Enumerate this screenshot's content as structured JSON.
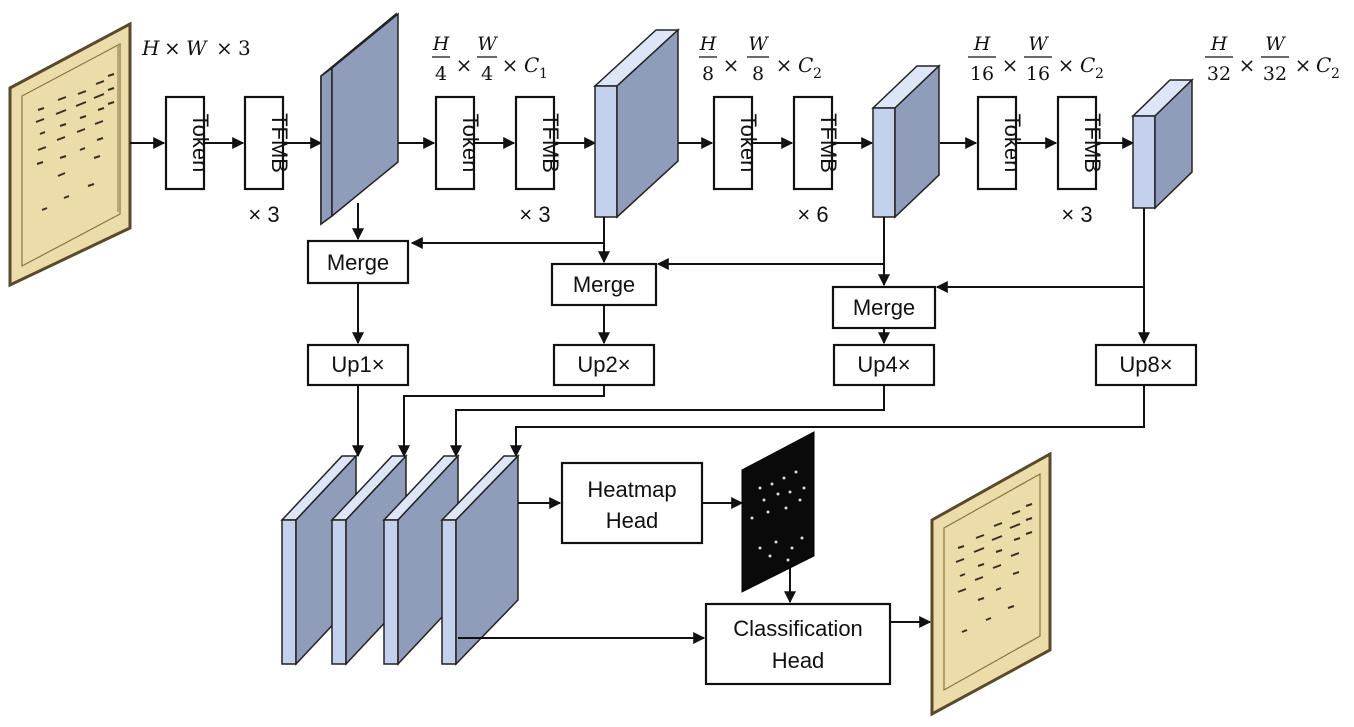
{
  "input_dims": {
    "h": "H",
    "times1": "×",
    "w": "W",
    "times2": "×",
    "c": "3"
  },
  "stages": [
    {
      "token": "Token",
      "tfmb": "TFMB",
      "repeat": "× 3",
      "dims": {
        "num_h": "H",
        "den_h": "4",
        "times1": "×",
        "num_w": "W",
        "den_w": "4",
        "times2": "×",
        "c": "C",
        "c_sub": "1"
      }
    },
    {
      "token": "Token",
      "tfmb": "TFMB",
      "repeat": "× 3",
      "dims": {
        "num_h": "H",
        "den_h": "8",
        "times1": "×",
        "num_w": "W",
        "den_w": "8",
        "times2": "×",
        "c": "C",
        "c_sub": "2"
      }
    },
    {
      "token": "Token",
      "tfmb": "TFMB",
      "repeat": "× 6",
      "dims": {
        "num_h": "H",
        "den_h": "16",
        "times1": "×",
        "num_w": "W",
        "den_w": "16",
        "times2": "×",
        "c": "C",
        "c_sub": "2"
      }
    },
    {
      "token": "Token",
      "tfmb": "TFMB",
      "repeat": "× 3",
      "dims": {
        "num_h": "H",
        "den_h": "32",
        "times1": "×",
        "num_w": "W",
        "den_w": "32",
        "times2": "×",
        "c": "C",
        "c_sub": "2"
      }
    }
  ],
  "merge_labels": [
    "Merge",
    "Merge",
    "Merge"
  ],
  "up_labels": [
    "Up1×",
    "Up2×",
    "Up4×",
    "Up8×"
  ],
  "heatmap_head": {
    "line1": "Heatmap",
    "line2": "Head"
  },
  "classification_head": {
    "line1": "Classification",
    "line2": "Head"
  },
  "colors": {
    "feature_front": "#8f9dbb",
    "feature_side": "#c4d1ec",
    "feature_top": "#dde6f7",
    "document_paper": "#ecdca9",
    "document_border": "#5a4a2c",
    "heatmap_bg": "#0a0a0a"
  }
}
